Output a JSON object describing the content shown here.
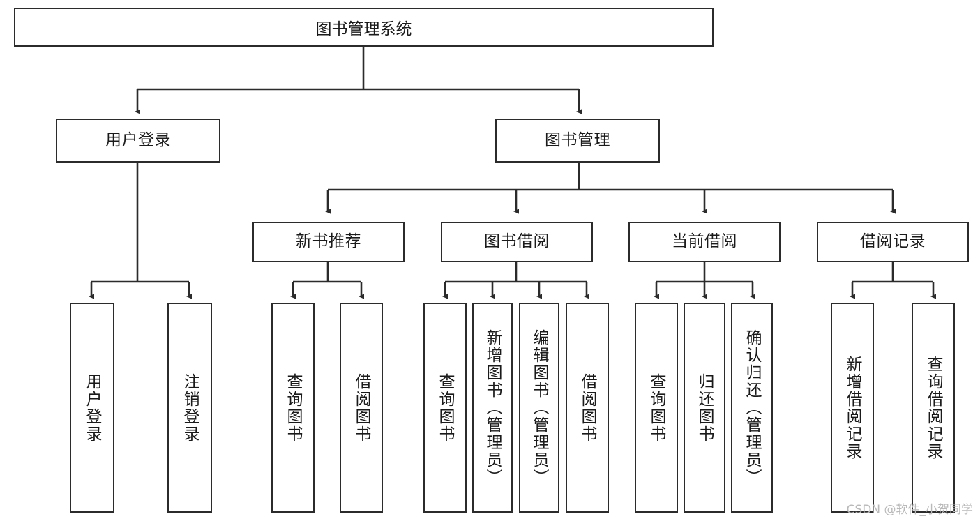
{
  "diagram": {
    "title": "图书管理系统",
    "type": "tree",
    "stroke_color": "#2b2b2b",
    "fill_color": "#ffffff",
    "text_color": "#1a1a1a",
    "watermark": "CSDN @软件_小贺同学",
    "levels": {
      "root": {
        "label": "图书管理系统"
      },
      "level2": [
        {
          "label": "用户登录"
        },
        {
          "label": "图书管理"
        }
      ],
      "level3": [
        {
          "label": "新书推荐"
        },
        {
          "label": "图书借阅"
        },
        {
          "label": "当前借阅"
        },
        {
          "label": "借阅记录"
        }
      ],
      "leaves": [
        {
          "label": "用户登录",
          "parent": "用户登录"
        },
        {
          "label": "注销登录",
          "parent": "用户登录"
        },
        {
          "label": "查询图书",
          "parent": "新书推荐"
        },
        {
          "label": "借阅图书",
          "parent": "新书推荐"
        },
        {
          "label": "查询图书",
          "parent": "图书借阅"
        },
        {
          "label": "新增图书（管理员）",
          "parent": "图书借阅"
        },
        {
          "label": "编辑图书（管理员）",
          "parent": "图书借阅"
        },
        {
          "label": "借阅图书",
          "parent": "图书借阅"
        },
        {
          "label": "查询图书",
          "parent": "当前借阅"
        },
        {
          "label": "归还图书",
          "parent": "当前借阅"
        },
        {
          "label": "确认归还（管理员）",
          "parent": "当前借阅"
        },
        {
          "label": "新增借阅记录",
          "parent": "借阅记录"
        },
        {
          "label": "查询借阅记录",
          "parent": "借阅记录"
        }
      ]
    }
  }
}
